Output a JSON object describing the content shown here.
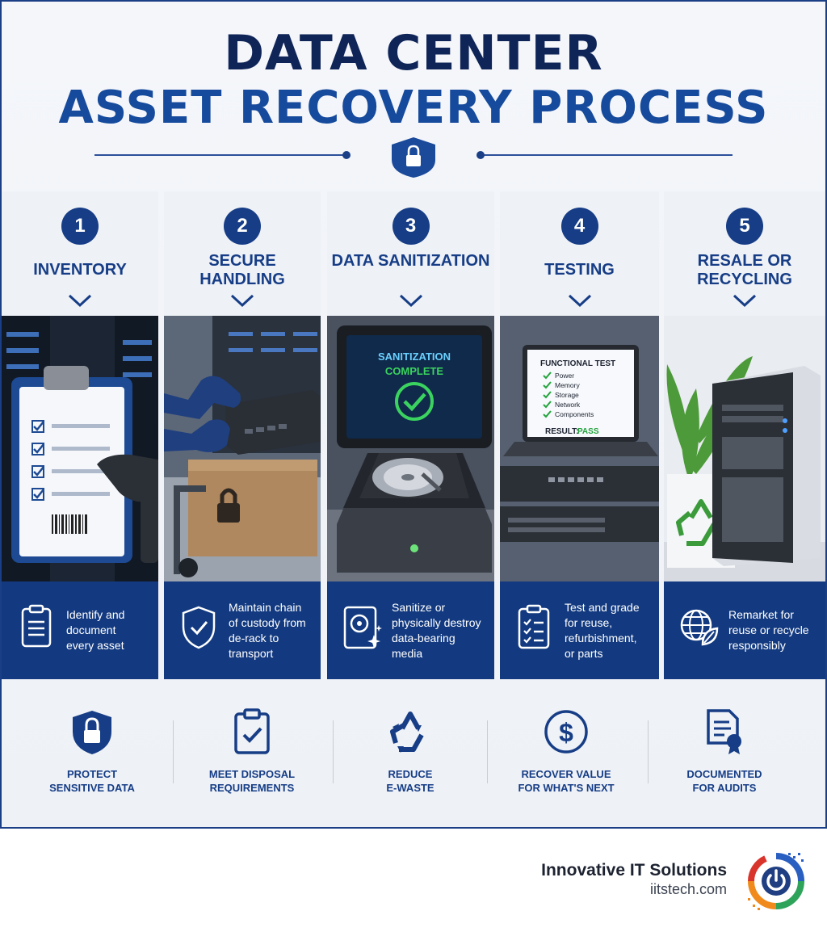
{
  "header": {
    "title_line1": "DATA CENTER",
    "title_line2": "ASSET RECOVERY PROCESS",
    "divider_icon": "padlock-shield-icon"
  },
  "steps": [
    {
      "number": "1",
      "name": "INVENTORY",
      "description": "Identify and\ndocument\nevery asset",
      "icon": "clipboard-icon"
    },
    {
      "number": "2",
      "name": "SECURE\nHANDLING",
      "description": "Maintain chain\nof custody from\nde-rack to transport",
      "icon": "shield-check-icon"
    },
    {
      "number": "3",
      "name": "DATA\nSANITIZATION",
      "description": "Sanitize or\nphysically destroy\ndata-bearing\nmedia",
      "icon": "hard-drive-sparkle-icon"
    },
    {
      "number": "4",
      "name": "TESTING",
      "description": "Test and grade\nfor reuse,\nrefurbishment,\nor parts",
      "icon": "checklist-icon"
    },
    {
      "number": "5",
      "name": "RESALE OR\nRECYCLING",
      "description": "Remarket for\nreuse or recycle\nresponsibly",
      "icon": "globe-leaf-icon"
    }
  ],
  "illustrations": {
    "monitor_line1": "SANITIZATION",
    "monitor_line2": "COMPLETE",
    "test_title": "FUNCTIONAL TEST",
    "test_items": [
      "Power",
      "Memory",
      "Storage",
      "Network",
      "Components"
    ],
    "test_result_label": "RESULT:",
    "test_result_value": "PASS"
  },
  "benefits": [
    {
      "label": "PROTECT\nSENSITIVE DATA",
      "icon": "padlock-shield-icon"
    },
    {
      "label": "MEET DISPOSAL\nREQUIREMENTS",
      "icon": "clipboard-check-icon"
    },
    {
      "label": "REDUCE\nE-WASTE",
      "icon": "recycle-icon"
    },
    {
      "label": "RECOVER VALUE\nFOR WHAT'S NEXT",
      "icon": "dollar-coin-icon"
    },
    {
      "label": "DOCUMENTED\nFOR AUDITS",
      "icon": "certificate-icon"
    }
  ],
  "brand": {
    "name": "Innovative IT Solutions",
    "url": "iitstech.com"
  },
  "colors": {
    "navy": "#133a80",
    "dark_navy": "#0f2457",
    "accent_green": "#3bd35f"
  }
}
